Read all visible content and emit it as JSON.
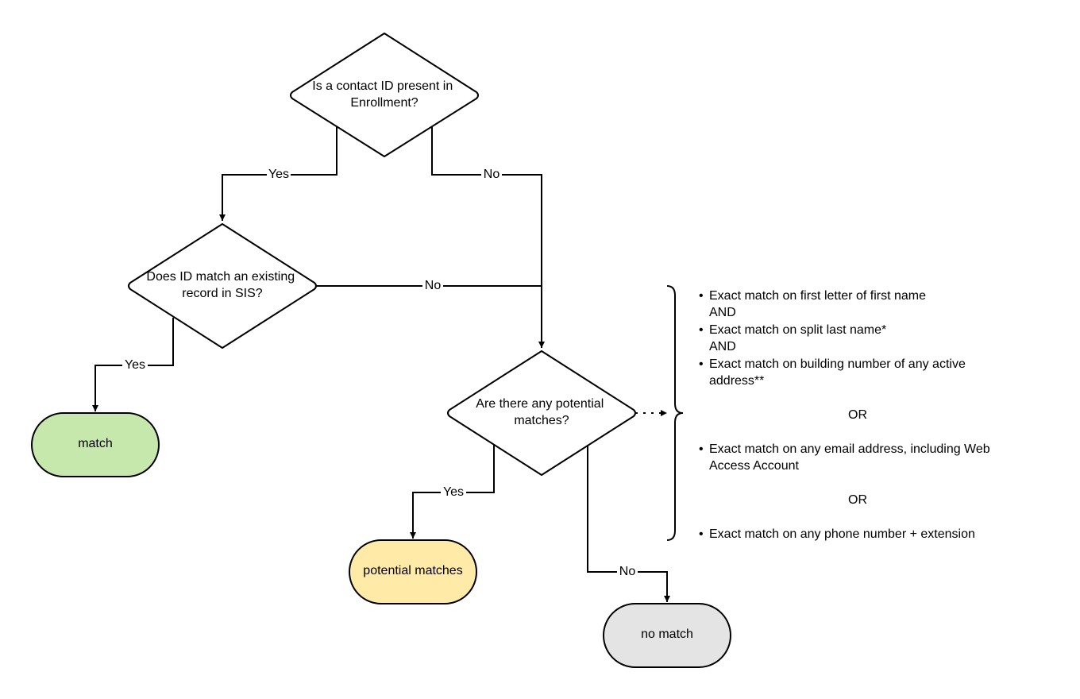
{
  "nodes": {
    "q_contact": {
      "lines": [
        "Is a contact ID present in",
        "Enrollment?"
      ]
    },
    "q_match_id": {
      "lines": [
        "Does ID match an existing",
        "record in SIS?"
      ]
    },
    "q_potential": {
      "lines": [
        "Are there any potential",
        "matches?"
      ]
    },
    "match": {
      "label": "match",
      "color": "#c7e8ac"
    },
    "potential": {
      "label": "potential matches",
      "color": "#ffeaa7"
    },
    "nomatch": {
      "label": "no match",
      "color": "#e4e4e4"
    }
  },
  "edges": {
    "contact_yes": "Yes",
    "contact_no": "No",
    "id_no": "No",
    "id_yes": "Yes",
    "potential_yes": "Yes",
    "potential_no": "No"
  },
  "criteria": {
    "group1": [
      {
        "text": "Exact match on first letter of first name",
        "conj": "AND"
      },
      {
        "text": "Exact match on split last name*",
        "conj": "AND"
      },
      {
        "text": "Exact match on building number of any active address**",
        "conj": ""
      }
    ],
    "or1": "OR",
    "group2": [
      {
        "text": "Exact match on any email address, including Web Access Account"
      }
    ],
    "or2": "OR",
    "group3": [
      {
        "text": "Exact match on any phone number + extension"
      }
    ]
  },
  "colors": {
    "stroke": "#000000",
    "background": "#ffffff"
  }
}
